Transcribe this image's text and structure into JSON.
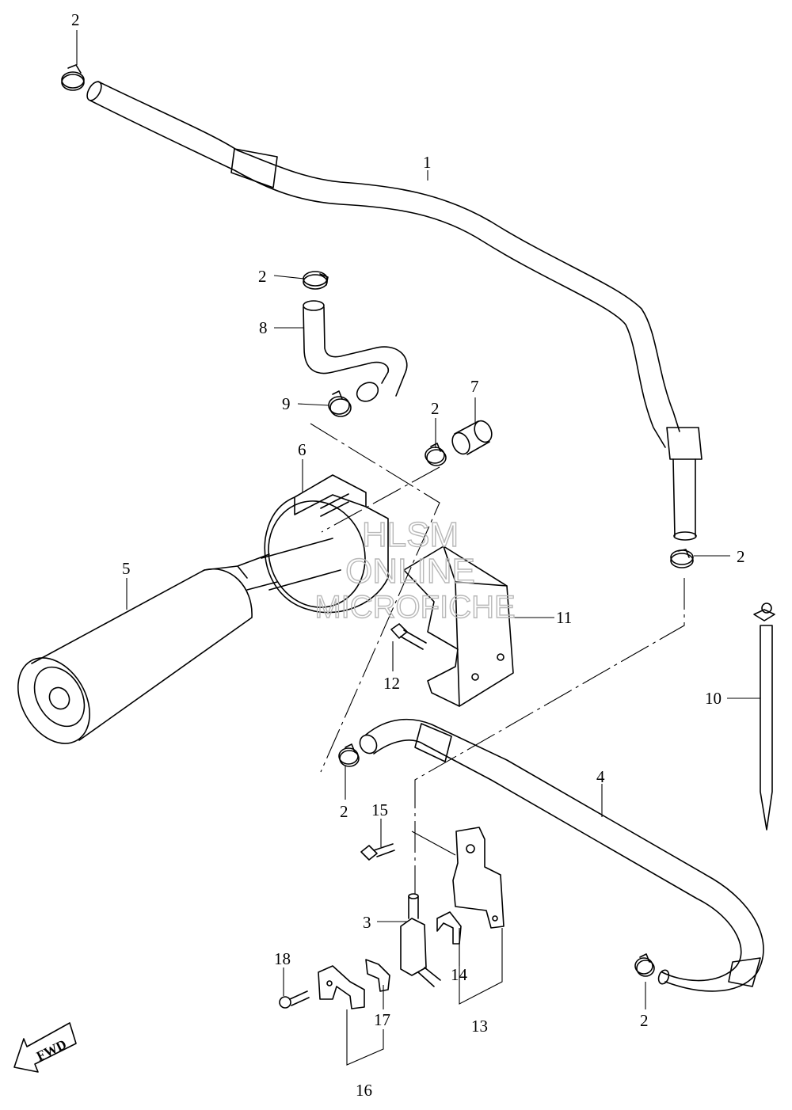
{
  "callouts": {
    "c1": "1",
    "c2_top": "2",
    "c2_hose8": "2",
    "c2_sleeve": "2",
    "c2_right": "2",
    "c2_pipe4": "2",
    "c2_bottom_right": "2",
    "c3": "3",
    "c4": "4",
    "c5": "5",
    "c6": "6",
    "c7": "7",
    "c8": "8",
    "c9": "9",
    "c10": "10",
    "c11": "11",
    "c12": "12",
    "c13": "13",
    "c14": "14",
    "c15": "15",
    "c16": "16",
    "c17": "17",
    "c18": "18"
  },
  "watermark": {
    "line1": "HLSM",
    "line2": "ONLINE",
    "line3": "MICROFICHE"
  },
  "fwd_label": "FWD"
}
